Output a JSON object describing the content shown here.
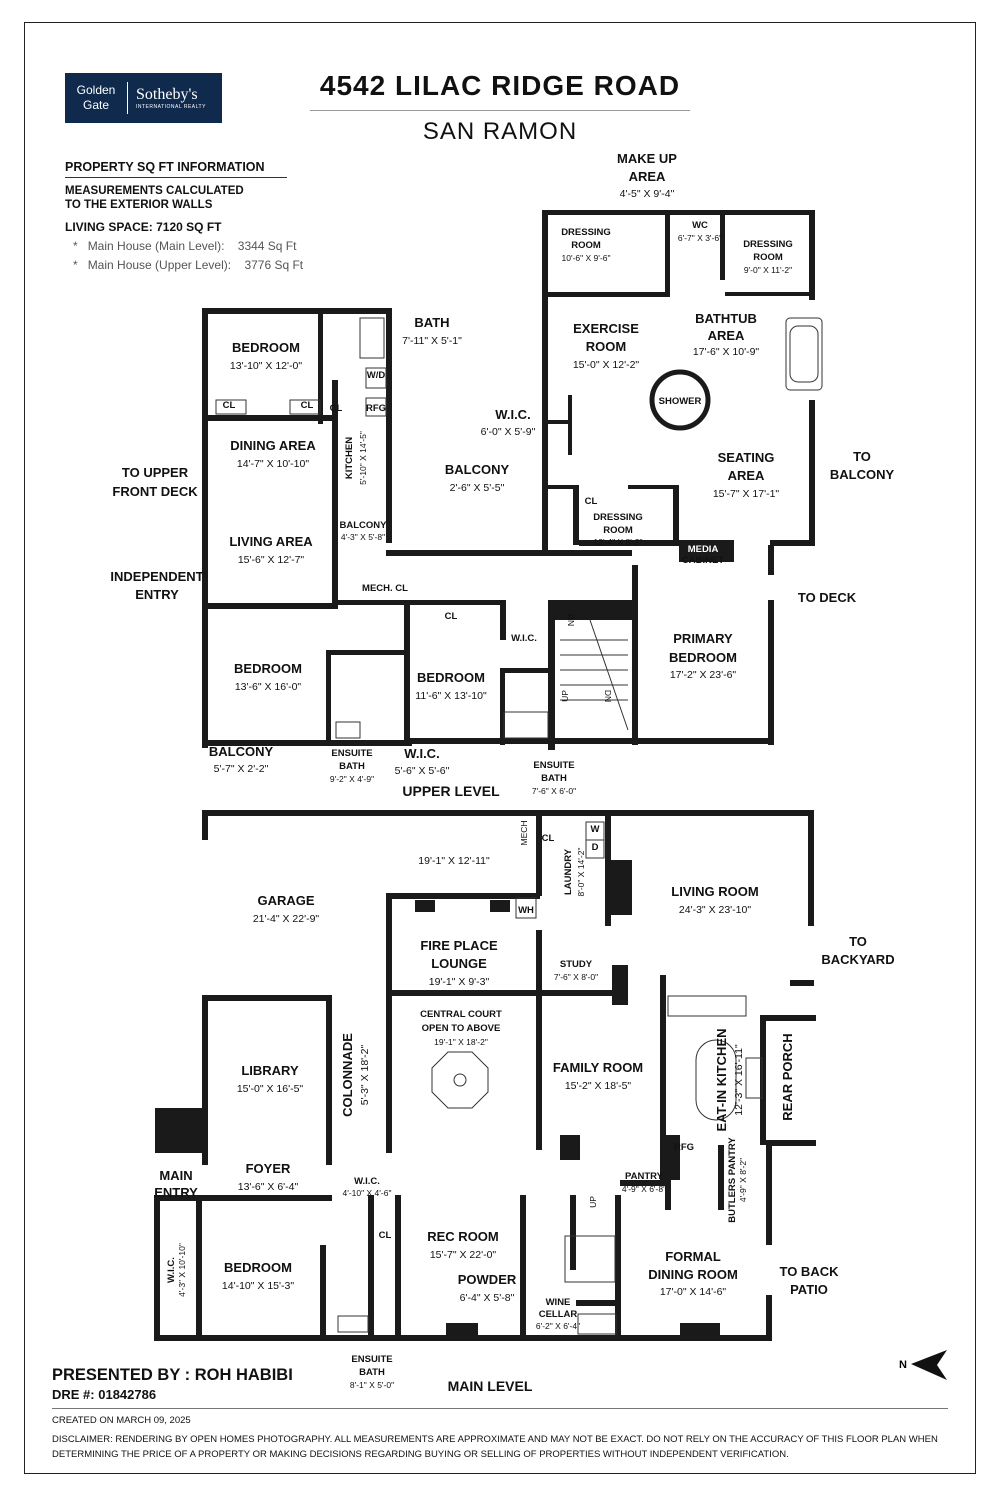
{
  "brand": {
    "line1": "Golden",
    "line2": "Gate",
    "name": "Sotheby's",
    "tagline": "INTERNATIONAL REALTY"
  },
  "title": "4542 LILAC RIDGE ROAD",
  "subtitle": "SAN RAMON",
  "info": {
    "heading": "PROPERTY SQ FT INFORMATION",
    "measure1": "MEASUREMENTS CALCULATED",
    "measure2": "TO THE EXTERIOR WALLS",
    "living": "LIVING SPACE: 7120 SQ FT",
    "items": [
      {
        "bullet": "*",
        "label": "Main House (Main Level):",
        "value": "3344 Sq Ft"
      },
      {
        "bullet": "*",
        "label": "Main House (Upper Level):",
        "value": "3776 Sq Ft"
      }
    ]
  },
  "levels": {
    "upper": "UPPER LEVEL",
    "main": "MAIN LEVEL"
  },
  "rooms": {
    "makeup": {
      "l1": "MAKE UP",
      "l2": "AREA",
      "dim": "4'-5\" X 9'-4\""
    },
    "dress1": {
      "l1": "DRESSING",
      "l2": "ROOM",
      "dim": "10'-6\" X 9'-6\""
    },
    "wc": {
      "l1": "WC",
      "dim": "6'-7\" X 3'-6\""
    },
    "dress2": {
      "l1": "DRESSING",
      "l2": "ROOM",
      "dim": "9'-0\" X 11'-2\""
    },
    "exercise": {
      "l1": "EXERCISE",
      "l2": "ROOM",
      "dim": "15'-0\" X 12'-2\""
    },
    "bathtub": {
      "l1": "BATHTUB",
      "l2": "AREA",
      "dim": "17'-6\" X 10'-9\""
    },
    "shower": {
      "l1": "SHOWER"
    },
    "wic1": {
      "l1": "W.I.C.",
      "dim": "6'-0\" X 5'-9\""
    },
    "balcony1": {
      "l1": "BALCONY",
      "dim": "2'-6\" X 5'-5\""
    },
    "seating": {
      "l1": "SEATING",
      "l2": "AREA",
      "dim": "15'-7\" X 17'-1\""
    },
    "toBalcony": {
      "l1": "TO",
      "l2": "BALCONY"
    },
    "dress3": {
      "l1": "DRESSING",
      "l2": "ROOM",
      "dim": "12'-4\" X 8'-2\""
    },
    "cl": "CL",
    "media": {
      "l1": "MEDIA",
      "l2": "CABINET"
    },
    "toDeck": "TO DECK",
    "primary": {
      "l1": "PRIMARY",
      "l2": "BEDROOM",
      "dim": "17'-2\" X 23'-6\""
    },
    "bedUp1": {
      "l1": "BEDROOM",
      "dim": "13'-10\" X 12'-0\""
    },
    "bathUp": {
      "l1": "BATH",
      "dim": "7'-11\" X 5'-1\""
    },
    "wd": "W/D",
    "rfg": "RFG",
    "dining": {
      "l1": "DINING AREA",
      "dim": "14'-7\" X 10'-10\""
    },
    "kitchenUp": {
      "l1": "KITCHEN",
      "dim": "5'-10\" X 14'-5\""
    },
    "toFrontDeck": {
      "l1": "TO UPPER",
      "l2": "FRONT DECK"
    },
    "livingArea": {
      "l1": "LIVING AREA",
      "dim": "15'-6\" X 12'-7\""
    },
    "balcony2": {
      "l1": "BALCONY",
      "dim": "4'-3\" X 5'-8\""
    },
    "indep": {
      "l1": "INDEPENDENT",
      "l2": "ENTRY"
    },
    "mech": "MECH. CL",
    "wic2": "W.I.C.",
    "dn": "DN",
    "up": "UP",
    "bedUp2": {
      "l1": "BEDROOM",
      "dim": "13'-6\" X 16'-0\""
    },
    "bedUp3": {
      "l1": "BEDROOM",
      "dim": "11'-6\" X 13'-10\""
    },
    "balcony3": {
      "l1": "BALCONY",
      "dim": "5'-7\" X 2'-2\""
    },
    "ensuite1": {
      "l1": "ENSUITE",
      "l2": "BATH",
      "dim": "9'-2\" X 4'-9\""
    },
    "wic3": {
      "l1": "W.I.C.",
      "dim": "5'-6\" X 5'-6\""
    },
    "ensuite2": {
      "l1": "ENSUITE",
      "l2": "BATH",
      "dim": "7'-6\" X 6'-0\""
    },
    "mechM": "MECH",
    "w": "W",
    "d": "D",
    "garageDim": "19'-1\" X 12'-11\"",
    "laundry": {
      "l1": "LAUNDRY",
      "dim": "8'-0\" X 14'-2\""
    },
    "wh": "WH",
    "livingRoom": {
      "l1": "LIVING ROOM",
      "dim": "24'-3\" X 23'-10\""
    },
    "garage": {
      "l1": "GARAGE",
      "dim": "21'-4\" X 22'-9\""
    },
    "fireplace": {
      "l1": "FIRE PLACE",
      "l2": "LOUNGE",
      "dim": "19'-1\" X 9'-3\""
    },
    "study": {
      "l1": "STUDY",
      "dim": "7'-6\" X 8'-0\""
    },
    "toBackyard": {
      "l1": "TO",
      "l2": "BACKYARD"
    },
    "central": {
      "l1": "CENTRAL COURT",
      "l2": "OPEN TO ABOVE",
      "dim": "19'-1\" X 18'-2\""
    },
    "library": {
      "l1": "LIBRARY",
      "dim": "15'-0\" X 16'-5\""
    },
    "colonnade": {
      "l1": "COLONNADE",
      "dim": "5'-3\" X 18'-2\""
    },
    "family": {
      "l1": "FAMILY ROOM",
      "dim": "15'-2\" X 18'-5\""
    },
    "eatin": {
      "l1": "EAT-IN KITCHEN",
      "dim": "12'-3\" X 16'-11\""
    },
    "rearPorch": "REAR PORCH",
    "mainEntry": {
      "l1": "MAIN",
      "l2": "ENTRY"
    },
    "foyer": {
      "l1": "FOYER",
      "dim": "13'-6\" X 6'-4\""
    },
    "wic4": {
      "l1": "W.I.C.",
      "dim": "4'-10\" X 4'-6\""
    },
    "pantry": {
      "l1": "PANTRY",
      "dim": "4'-9\" X 6'-8\""
    },
    "butlers": {
      "l1": "BUTLERS PANTRY",
      "dim": "4'-9\" X 8'-2\""
    },
    "wic5": {
      "l1": "W.I.C.",
      "dim": "4'-3\" X 10'-10\""
    },
    "bedMain": {
      "l1": "BEDROOM",
      "dim": "14'-10\" X 15'-3\""
    },
    "rec": {
      "l1": "REC ROOM",
      "dim": "15'-7\" X 22'-0\""
    },
    "powder": {
      "l1": "POWDER",
      "dim": "6'-4\" X 5'-8\""
    },
    "wine": {
      "l1": "WINE",
      "l2": "CELLAR",
      "dim": "6'-2\" X 6'-4\""
    },
    "formal": {
      "l1": "FORMAL",
      "l2": "DINING ROOM",
      "dim": "17'-0\" X 14'-6\""
    },
    "toBackPatio": {
      "l1": "TO BACK",
      "l2": "PATIO"
    },
    "ensuite3": {
      "l1": "ENSUITE",
      "l2": "BATH",
      "dim": "8'-1\" X 5'-0\""
    }
  },
  "presented": "PRESENTED BY : ROH HABIBI",
  "dre": "DRE #: 01842786",
  "created": "CREATED ON MARCH 09, 2025",
  "disclaimer": "DISCLAIMER: RENDERING BY OPEN HOMES PHOTOGRAPHY. ALL MEASUREMENTS ARE APPROXIMATE AND MAY NOT BE EXACT. DO NOT RELY ON THE ACCURACY OF THIS FLOOR PLAN WHEN DETERMINING THE PRICE OF A PROPERTY OR MAKING DECISIONS REGARDING BUYING OR SELLING OF PROPERTIES WITHOUT INDEPENDENT VERIFICATION.",
  "north": "N"
}
